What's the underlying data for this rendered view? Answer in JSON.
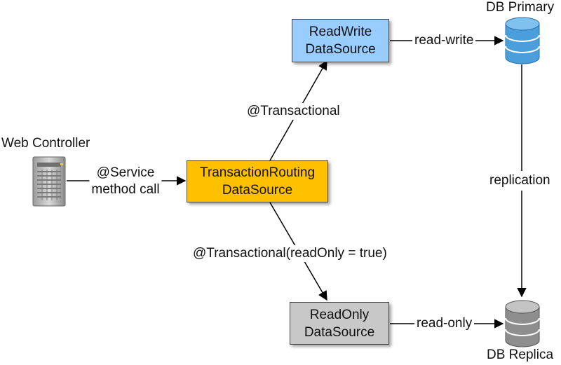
{
  "colors": {
    "readwrite_fill": "#99CCFF",
    "routing_fill": "#FFC000",
    "readonly_fill": "#C8C8C8",
    "db_primary": "#4A9EDC",
    "db_replica": "#8E8E8E",
    "edge": "#000000"
  },
  "nodes": {
    "web_controller": {
      "title": "Web Controller",
      "icon": "server-tower-icon"
    },
    "routing": {
      "line1": "TransactionRouting",
      "line2": "DataSource"
    },
    "readwrite": {
      "line1": "ReadWrite",
      "line2": "DataSource"
    },
    "readonly": {
      "line1": "ReadOnly",
      "line2": "DataSource"
    },
    "db_primary": {
      "title": "DB Primary",
      "icon": "database-icon"
    },
    "db_replica": {
      "title": "DB Replica",
      "icon": "database-icon"
    }
  },
  "edges": {
    "service_call": {
      "line1": "@Service",
      "line2": "method call"
    },
    "transactional": "@Transactional",
    "transactional_readonly": "@Transactional(readOnly = true)",
    "read_write": "read-write",
    "read_only": "read-only",
    "replication": "replication"
  }
}
